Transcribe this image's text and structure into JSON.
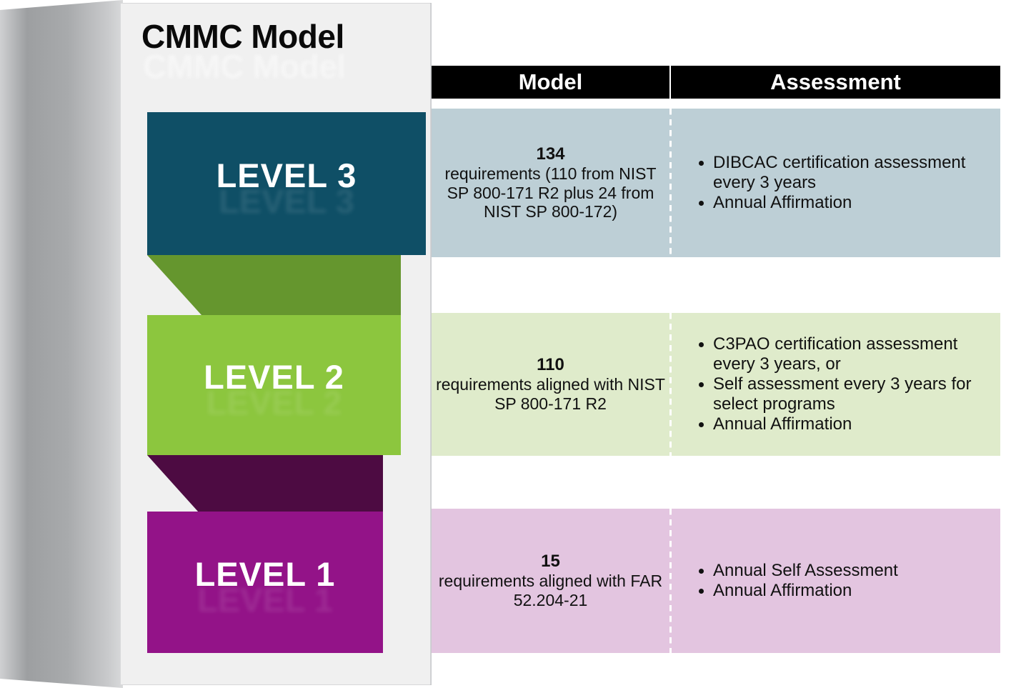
{
  "diagram": {
    "title": "CMMC Model",
    "colors": {
      "level3": "#0F4F66",
      "level3_row": "#BDCFD6",
      "level3_connector": "#65962E",
      "level2": "#8CC63E",
      "level2_row": "#DFEBCB",
      "level2_connector": "#4D0B42",
      "level1": "#931388",
      "level1_row": "#E3C5E0",
      "header_bg": "#000000",
      "header_text": "#FFFFFF",
      "panel_bg": "#F0F0F0"
    },
    "header": {
      "model_label": "Model",
      "assessment_label": "Assessment"
    },
    "levels": [
      {
        "id": "level-3",
        "label": "LEVEL 3",
        "model": {
          "count": "134",
          "description": "requirements (110 from NIST SP 800-171 R2 plus 24 from NIST SP 800-172)"
        },
        "assessment": [
          "DIBCAC certification assessment every 3 years",
          "Annual Affirmation"
        ]
      },
      {
        "id": "level-2",
        "label": "LEVEL 2",
        "model": {
          "count": "110",
          "description": "requirements aligned with NIST SP 800-171 R2"
        },
        "assessment": [
          "C3PAO certification assessment every 3 years, or",
          "Self assessment every 3 years for select programs",
          "Annual Affirmation"
        ]
      },
      {
        "id": "level-1",
        "label": "LEVEL 1",
        "model": {
          "count": "15",
          "description": "requirements aligned with FAR 52.204-21"
        },
        "assessment": [
          "Annual Self Assessment",
          "Annual Affirmation"
        ]
      }
    ]
  }
}
